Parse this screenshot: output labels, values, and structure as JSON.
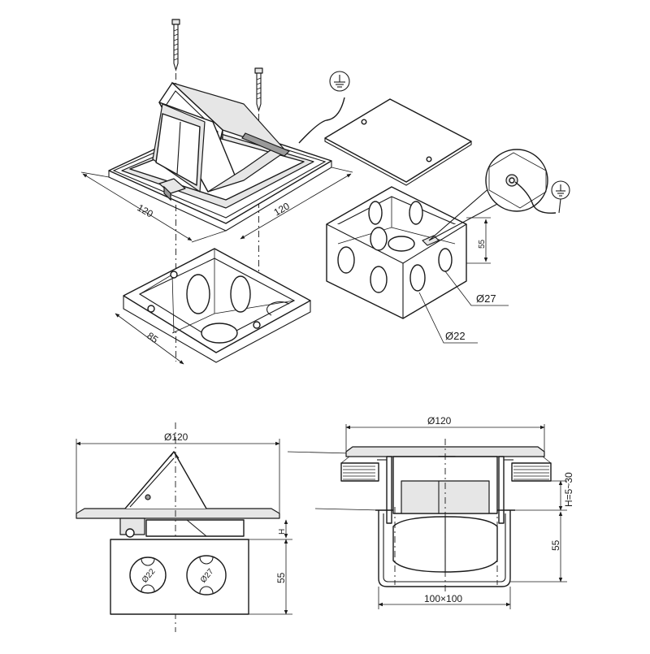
{
  "top_left": {
    "dim_width": "120",
    "dim_depth": "120",
    "dim_box": "85"
  },
  "top_right": {
    "dim_height": "55",
    "dim_hole_small": "Ø22",
    "dim_hole_large": "Ø27",
    "ground_icon": "ground-symbol-icon"
  },
  "bottom_left": {
    "dim_plate": "Ø120",
    "dim_box_height": "55",
    "dim_gap": "H",
    "knockout_small": "Ø22",
    "knockout_large": "Ø27"
  },
  "bottom_right": {
    "dim_plate": "Ø120",
    "dim_adjust": "H=5~30",
    "dim_box_height": "55",
    "dim_box_size": "100×100"
  }
}
